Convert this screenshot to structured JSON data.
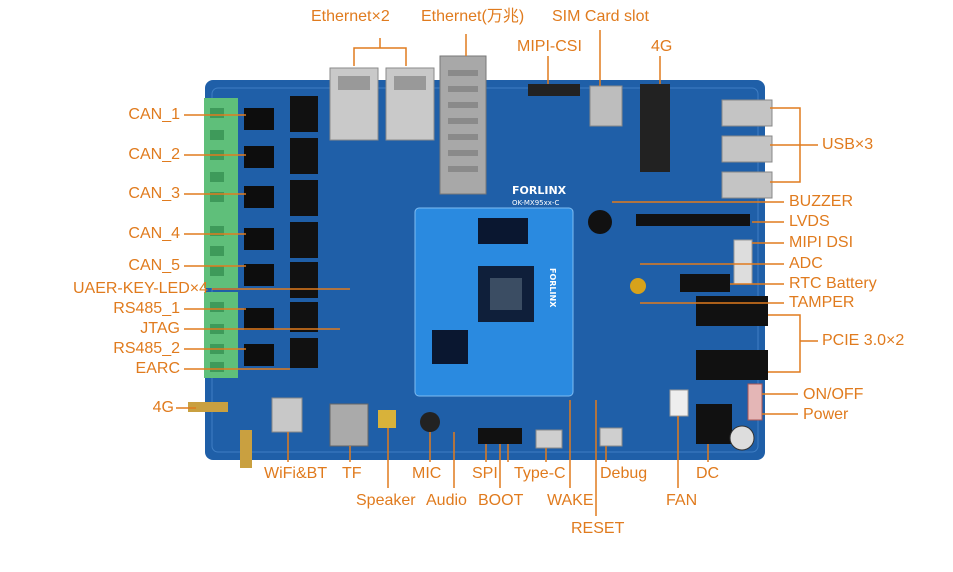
{
  "colors": {
    "accent": "#e07b1e",
    "board": "#1f5fa8",
    "som": "#2a8ae0",
    "terminal": "#5fbf7a"
  },
  "board_marking": {
    "brand": "FORLINX",
    "model": "OK-MX95xx-C",
    "som_brand": "FORLINX"
  },
  "labels": {
    "top": {
      "ethernet_x2": "Ethernet×2",
      "ethernet_10g": "Ethernet(万兆)",
      "sim": "SIM Card slot",
      "mipi_csi": "MIPI-CSI",
      "lte": "4G"
    },
    "left": {
      "can1": "CAN_1",
      "can2": "CAN_2",
      "can3": "CAN_3",
      "can4": "CAN_4",
      "can5": "CAN_5",
      "uart": "UAER-KEY-LED×4",
      "rs485_1": "RS485_1",
      "jtag": "JTAG",
      "rs485_2": "RS485_2",
      "earc": "EARC",
      "lte_ant": "4G"
    },
    "right": {
      "usb": "USB×3",
      "buzzer": "BUZZER",
      "lvds": "LVDS",
      "mipi_dsi": "MIPI DSI",
      "adc": "ADC",
      "rtc": "RTC Battery",
      "tamper": "TAMPER",
      "pcie": "PCIE 3.0×2",
      "onoff": "ON/OFF",
      "power": "Power"
    },
    "bottom": {
      "wifi": "WiFi&BT",
      "tf": "TF",
      "mic": "MIC",
      "spi": "SPI",
      "typec": "Type-C",
      "debug": "Debug",
      "dc": "DC",
      "speaker": "Speaker",
      "audio": "Audio",
      "boot": "BOOT",
      "wake": "WAKE",
      "fan": "FAN",
      "reset": "RESET"
    }
  }
}
